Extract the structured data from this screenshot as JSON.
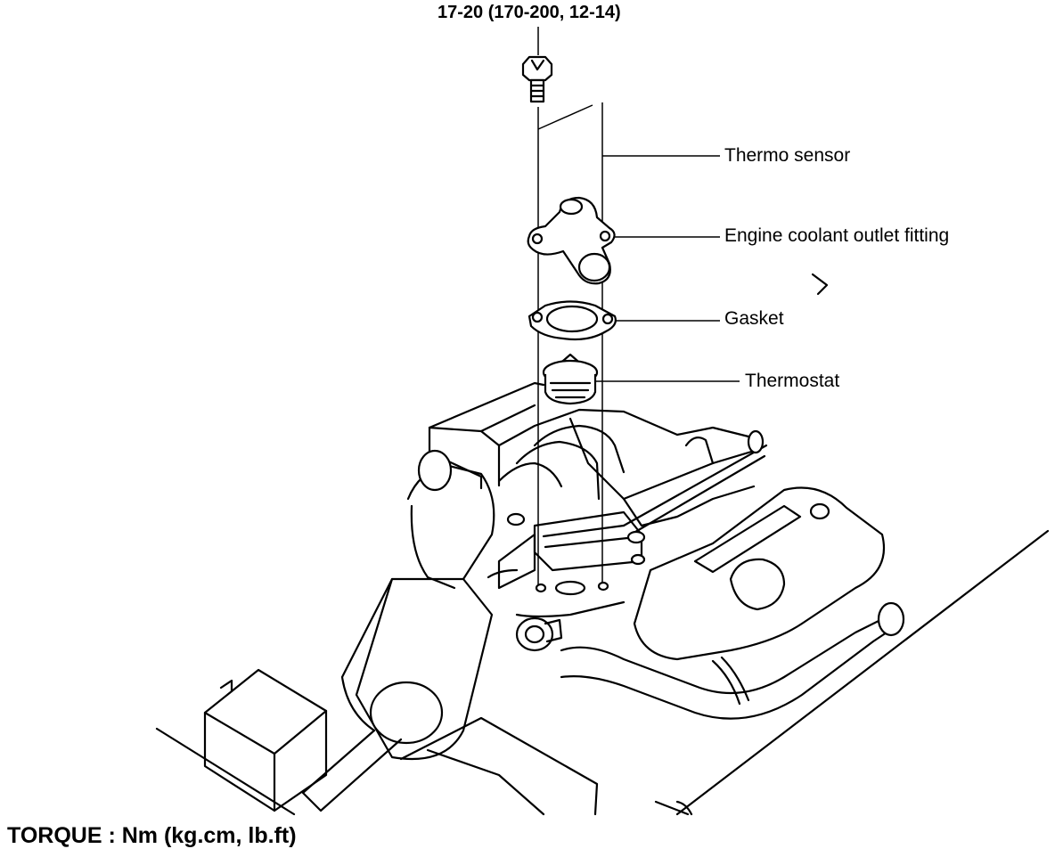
{
  "header": {
    "torque_spec": "17-20 (170-200, 12-14)"
  },
  "callouts": {
    "thermo_sensor": "Thermo sensor",
    "outlet_fitting": "Engine coolant outlet fitting",
    "gasket": "Gasket",
    "thermostat": "Thermostat"
  },
  "footer": {
    "torque_legend": "TORQUE : Nm (kg.cm, lb.ft)"
  }
}
